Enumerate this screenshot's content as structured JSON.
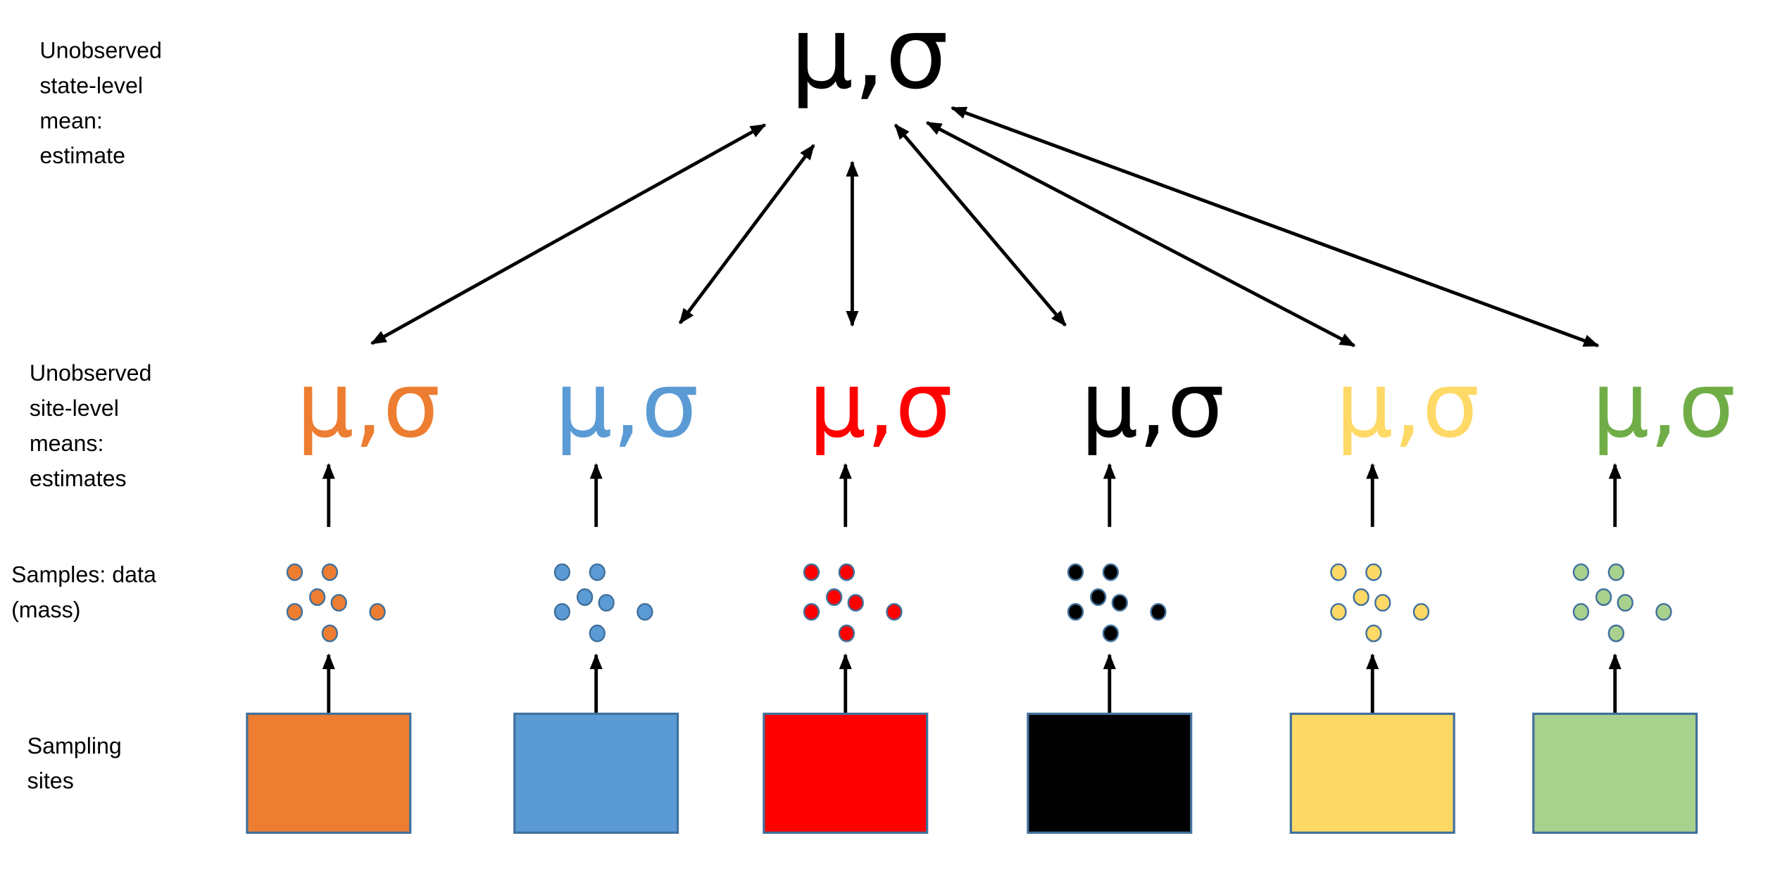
{
  "state_level": {
    "label_lines": [
      "Unobserved",
      "state-level",
      "mean:",
      "estimate"
    ],
    "symbol": "μ,σ",
    "color": "#000000"
  },
  "site_level_label_lines": [
    "Unobserved",
    "site-level",
    "means:",
    "estimates"
  ],
  "samples_label_lines": [
    "Samples: data",
    "(mass)"
  ],
  "sites_label_lines": [
    "Sampling",
    "sites"
  ],
  "sites": [
    {
      "symbol": "μ,σ",
      "text_color": "#ED7D31",
      "dot_color": "#ED7D31",
      "box_color": "#ED7D31"
    },
    {
      "symbol": "μ,σ",
      "text_color": "#5B9BD5",
      "dot_color": "#5B9BD5",
      "box_color": "#5B9BD5"
    },
    {
      "symbol": "μ,σ",
      "text_color": "#FF0000",
      "dot_color": "#FF0000",
      "box_color": "#FF0000"
    },
    {
      "symbol": "μ,σ",
      "text_color": "#000000",
      "dot_color": "#000000",
      "box_color": "#000000"
    },
    {
      "symbol": "μ,σ",
      "text_color": "#FFD966",
      "dot_color": "#FFD966",
      "box_color": "#FFD966"
    },
    {
      "symbol": "μ,σ",
      "text_color": "#70AD47",
      "dot_color": "#A9D18E",
      "box_color": "#A9D18E"
    }
  ],
  "border_color": "#41719C"
}
